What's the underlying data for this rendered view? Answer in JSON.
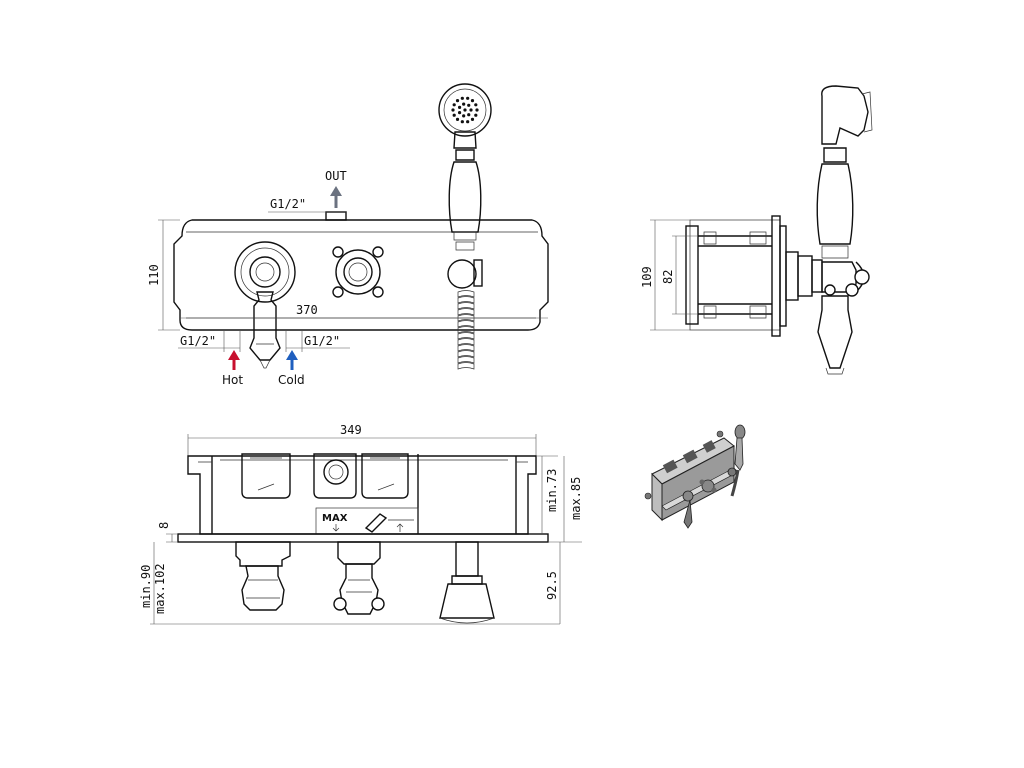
{
  "front_view": {
    "outlet_label": "OUT",
    "outlet_thread": "G1/2\"",
    "height_dim": "110",
    "width_dim": "370",
    "hot_thread": "G1/2\"",
    "cold_thread": "G1/2\"",
    "hot_label": "Hot",
    "cold_label": "Cold",
    "hot_color": "#c8102e",
    "cold_color": "#1f5fbf",
    "out_arrow_color": "#6b7280"
  },
  "side_view": {
    "outer_height_dim": "109",
    "inner_height_dim": "82"
  },
  "top_view": {
    "width_dim": "349",
    "min_depth_dim": "min.73",
    "max_depth_dim": "max.85",
    "plate_dim": "8",
    "min_proj_dim": "min.90",
    "max_proj_dim": "max.102",
    "shower_proj_dim": "92.5",
    "max_label": "MAX"
  }
}
